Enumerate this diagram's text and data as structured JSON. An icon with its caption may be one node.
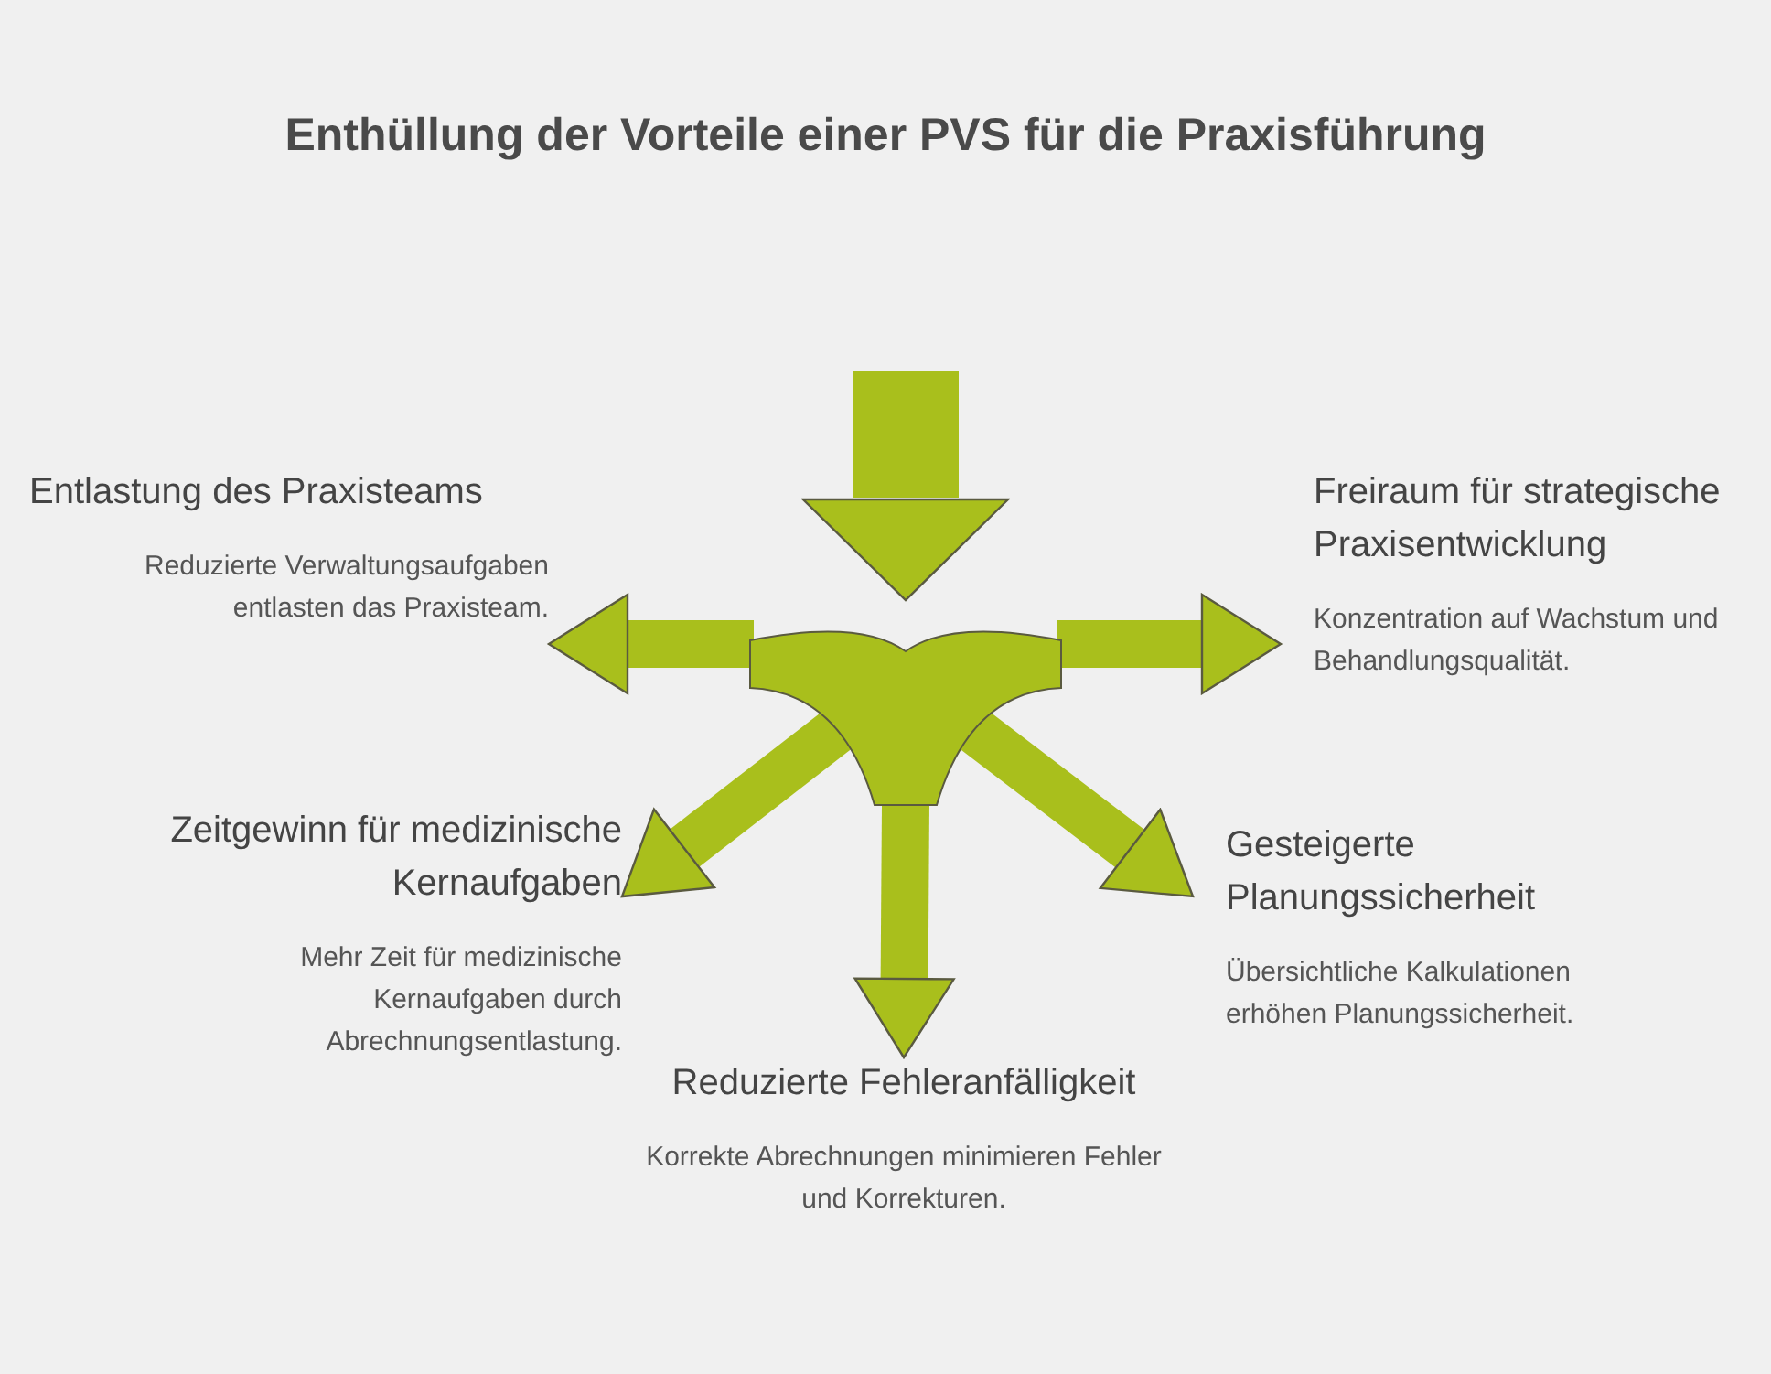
{
  "diagram": {
    "title": "Enthüllung der Vorteile einer PVS für die Praxisführung",
    "nodes": [
      {
        "text": [],
        "shape": "picture"
      },
      {
        "text": [
          "Entlastung des Praxisteams",
          "Reduzierte Verwaltungsaufgaben entlasten das Praxisteam."
        ]
      },
      {
        "text": [
          "Freiraum für strategische Praxisentwicklung",
          "Konzentration auf Wachstum und Behandlungsqualität."
        ]
      },
      {
        "text": [
          "Zeitgewinn für medizinische Kernaufgaben",
          "Mehr Zeit für medizinische Kernaufgaben durch Abrechnungsentlastung."
        ]
      },
      {
        "text": [
          "Gesteigerte Planungssicherheit",
          "Übersichtliche Kalkulationen erhöhen Planungssicherheit."
        ]
      },
      {
        "text": [
          "Reduzierte Fehleranfälligkeit",
          "Korrekte Abrechnungen minimieren Fehler und Korrekturen."
        ]
      }
    ],
    "edges": [
      {
        "from": null,
        "to": 0,
        "arrow": "to"
      },
      {
        "from": 0,
        "to": 1,
        "arrow": "to"
      },
      {
        "from": 0,
        "to": 2,
        "arrow": "to"
      },
      {
        "from": 0,
        "to": 3,
        "arrow": "to"
      },
      {
        "from": 0,
        "to": 4,
        "arrow": "to"
      },
      {
        "from": 0,
        "to": 5,
        "arrow": "to"
      }
    ]
  }
}
